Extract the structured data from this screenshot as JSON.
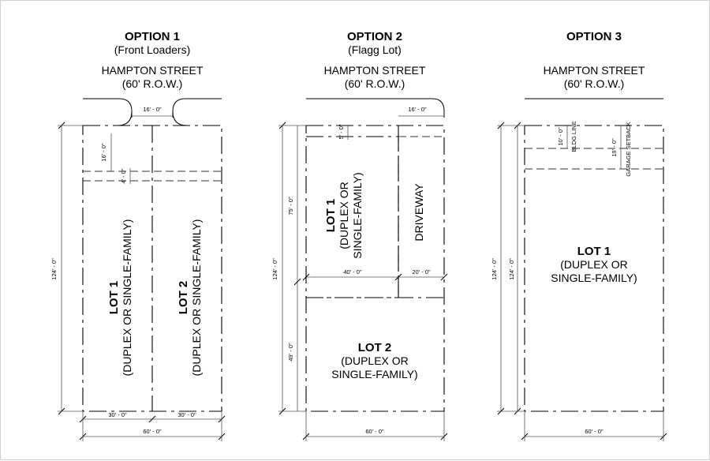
{
  "options": [
    {
      "title": "OPTION 1",
      "subtitle": "(Front Loaders)",
      "street": "HAMPTON STREET",
      "row": "(60' R.O.W.)",
      "dims": {
        "driveway_width": "16' - 0\"",
        "setback": "16' - 0\"",
        "strip": "4' - 0\"",
        "depth": "124' - 0\"",
        "lot1_width": "30' - 0\"",
        "lot2_width": "30' - 0\"",
        "total_width": "60' - 0\""
      },
      "lots": [
        {
          "name": "LOT 1",
          "line1": "(DUPLEX OR SINGLE-FAMILY)"
        },
        {
          "name": "LOT 2",
          "line1": "(DUPLEX OR SINGLE-FAMILY)"
        }
      ]
    },
    {
      "title": "OPTION 2",
      "subtitle": "(Flagg Lot)",
      "street": "HAMPTON STREET",
      "row": "(60' R.O.W.)",
      "dims": {
        "driveway_width": "16' - 0\"",
        "setback": "5' - 0\"",
        "lot1_depth": "75' - 0\"",
        "depth": "124' - 0\"",
        "lot2_depth": "49' - 0\"",
        "lot1_width": "40' - 0\"",
        "drive_strip": "20' - 0\"",
        "total_width": "60' - 0\""
      },
      "driveway_label": "DRIVEWAY",
      "lots": [
        {
          "name": "LOT 1",
          "line1": "(DUPLEX OR",
          "line2": "SINGLE-FAMILY)"
        },
        {
          "name": "LOT 2",
          "line1": "(DUPLEX OR",
          "line2": "SINGLE-FAMILY)"
        }
      ]
    },
    {
      "title": "OPTION 3",
      "street": "HAMPTON STREET",
      "row": "(60' R.O.W.)",
      "dims": {
        "bldg_setback": "10' - 0\"",
        "garage_setback": "19' - 0\"",
        "depth_outer": "124' - 0\"",
        "depth_inner": "124' - 0\"",
        "total_width": "60' - 0\""
      },
      "bldg_line_label": "BLDG LINE",
      "garage_setback_label": "GARAGE SETBACK",
      "lots": [
        {
          "name": "LOT 1",
          "line1": "(DUPLEX OR",
          "line2": "SINGLE-FAMILY)"
        }
      ]
    }
  ]
}
